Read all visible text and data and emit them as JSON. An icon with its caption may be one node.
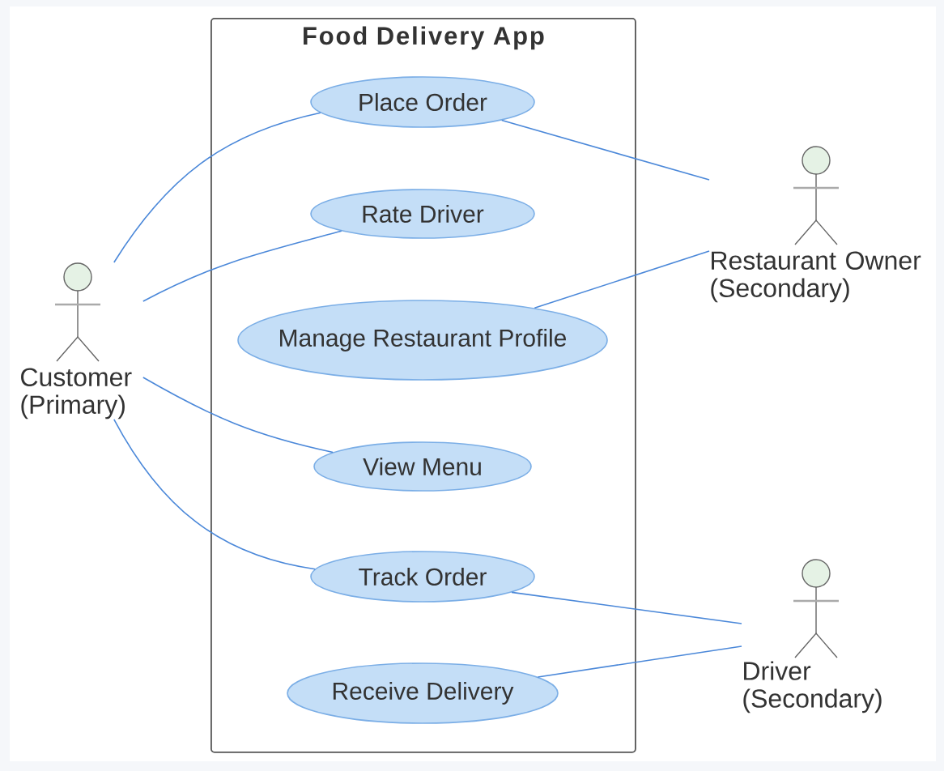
{
  "diagram": {
    "nodes": [
      {
        "text": [
          "Customer (Primary)"
        ]
      },
      {
        "text": [
          "Food Delivery App"
        ]
      },
      {
        "text": [
          "Place Order"
        ],
        "in": 1
      },
      {
        "text": [
          "Rate Driver"
        ],
        "in": 1
      },
      {
        "text": [
          "Manage Restaurant Profile"
        ],
        "in": 1
      },
      {
        "text": [
          "View Menu"
        ],
        "in": 1
      },
      {
        "text": [
          "Track Order"
        ],
        "in": 1
      },
      {
        "text": [
          "Receive Delivery"
        ],
        "in": 1
      },
      {
        "text": [
          "Restaurant Owner (Secondary)"
        ]
      },
      {
        "text": [
          "Driver (Secondary)"
        ]
      }
    ],
    "edges": [
      {
        "from": 0,
        "to": 2,
        "arrow": "none"
      },
      {
        "from": 0,
        "to": 3,
        "arrow": "none"
      },
      {
        "from": 0,
        "to": 5,
        "arrow": "none"
      },
      {
        "from": 0,
        "to": 6,
        "arrow": "none"
      },
      {
        "from": 8,
        "to": 2,
        "arrow": "none"
      },
      {
        "from": 8,
        "to": 4,
        "arrow": "none"
      },
      {
        "from": 9,
        "to": 6,
        "arrow": "none"
      },
      {
        "from": 9,
        "to": 7,
        "arrow": "none"
      }
    ]
  }
}
